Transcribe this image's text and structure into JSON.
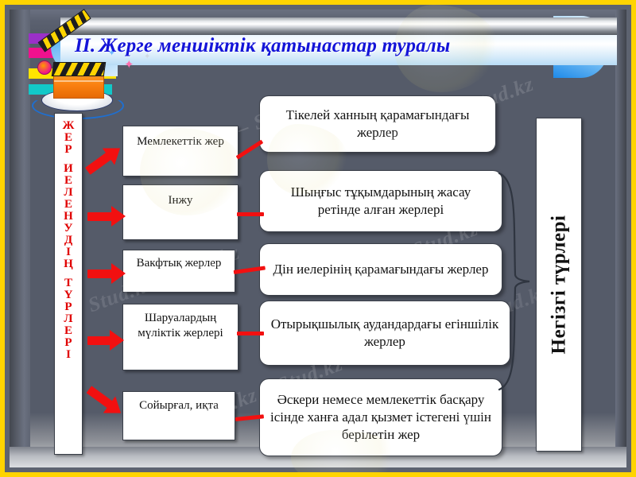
{
  "slide": {
    "title_number": "II.",
    "title": "Жерге меншіктік қатынастар туралы",
    "border_color": "#ffd400",
    "background_color": "#5d6370",
    "title_color": "#1414d8"
  },
  "decoration": {
    "clapperboard_icon": "clapperboard-icon",
    "stripe_colors": [
      "#9b30c8",
      "#f0118e",
      "#ffe400",
      "#12c8c8"
    ],
    "sparkle_glyph": "✦"
  },
  "left_label": {
    "text": "ЖЕР ИЕЛЕНУДІҢ ТҮРЛЕРІ",
    "color": "#e00000",
    "characters": [
      "Ж",
      "Е",
      "Р",
      "",
      "И",
      "Е",
      "Л",
      "Е",
      "Н",
      "У",
      "Д",
      "І",
      "Ң",
      "",
      "Т",
      "Ү",
      "Р",
      "Л",
      "Е",
      "Р",
      "І"
    ]
  },
  "right_label": {
    "text": "Негізгі   түрлері",
    "color": "#111111"
  },
  "left_boxes": [
    {
      "label": "Мемлекеттік жер"
    },
    {
      "label": "Інжу"
    },
    {
      "label": "Вакфтық жерлер"
    },
    {
      "label": "Шаруалардың мүліктік жерлері"
    },
    {
      "label": "Сойырғал, иқта"
    }
  ],
  "right_boxes": [
    {
      "label": "Тікелей ханның қарамағындағы жерлер"
    },
    {
      "label": "Шыңғыс  тұқымдарының жасау ретінде алған жерлері"
    },
    {
      "label": "Дін иелерінің қарамағындағы жерлер"
    },
    {
      "label": "Отырықшылық аудандардағы егіншілік жерлер"
    },
    {
      "label": "Әскери немесе мемлекеттік басқару ісінде ханға адал қызмет істегені үшін берілетін жер"
    }
  ],
  "connectors": {
    "arrow_color": "#f21010",
    "arrow_count": 5,
    "connector_count": 5,
    "brace_color": "#2f3540"
  },
  "watermark": {
    "text": "Stud.kz – Stud.kz",
    "short": "Stud.kz"
  }
}
